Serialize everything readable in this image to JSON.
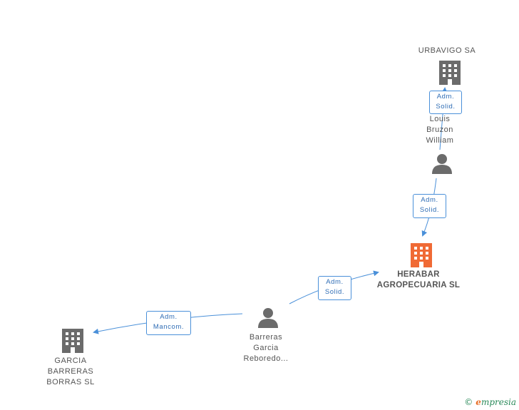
{
  "nodes": {
    "urbavigo": {
      "label": "URBAVIGO SA",
      "type": "company"
    },
    "louis": {
      "label_lines": [
        "Louis",
        "Bruzon",
        "William"
      ],
      "type": "person"
    },
    "herabar": {
      "label_lines": [
        "HERABAR",
        "AGROPECUARIA SL"
      ],
      "type": "company",
      "highlight": true
    },
    "barreras": {
      "label_lines": [
        "Barreras",
        "Garcia",
        "Reboredo..."
      ],
      "type": "person"
    },
    "garcia_sl": {
      "label_lines": [
        "GARCIA",
        "BARRERAS",
        "BORRAS SL"
      ],
      "type": "company"
    }
  },
  "edges": [
    {
      "from": "louis",
      "to": "urbavigo",
      "label_lines": [
        "Adm.",
        "Solid."
      ]
    },
    {
      "from": "louis",
      "to": "herabar",
      "label_lines": [
        "Adm.",
        "Solid."
      ]
    },
    {
      "from": "barreras",
      "to": "herabar",
      "label_lines": [
        "Adm.",
        "Solid."
      ]
    },
    {
      "from": "barreras",
      "to": "garcia_sl",
      "label_lines": [
        "Adm.",
        "Mancom."
      ]
    }
  ],
  "colors": {
    "company_icon": "#6b6b6b",
    "highlight_icon": "#f06a35",
    "person_icon": "#6b6b6b",
    "edge": "#4a90d9"
  },
  "footer": {
    "copyright_symbol": "©",
    "brand_first": "e",
    "brand_rest": "mpresia"
  }
}
